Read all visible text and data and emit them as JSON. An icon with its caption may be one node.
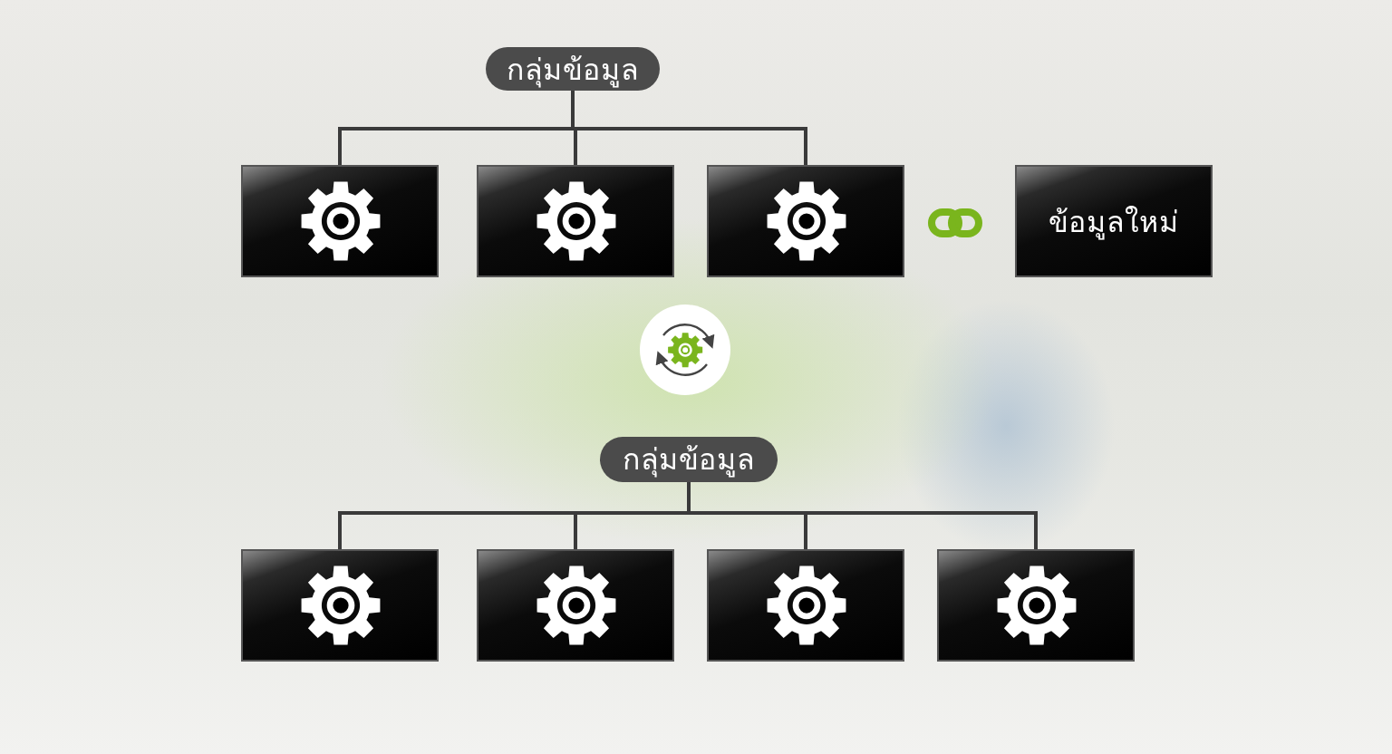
{
  "diagram": {
    "nodes": [
      {
        "text": [
          "กลุ่มข้อมูล"
        ]
      },
      {
        "text": [],
        "shape": "box"
      },
      {
        "text": [],
        "shape": "box"
      },
      {
        "text": [],
        "shape": "box"
      },
      {
        "text": [
          "ข้อมูลใหม่"
        ]
      },
      {
        "text": [],
        "shape": "circle"
      },
      {
        "text": [
          "กลุ่มข้อมูล"
        ]
      },
      {
        "text": [],
        "shape": "box"
      },
      {
        "text": [],
        "shape": "box"
      },
      {
        "text": [],
        "shape": "box"
      },
      {
        "text": [],
        "shape": "box"
      }
    ],
    "edges": [
      {
        "from": 0,
        "to": 1,
        "arrow": "none"
      },
      {
        "from": 0,
        "to": 2,
        "arrow": "none"
      },
      {
        "from": 0,
        "to": 3,
        "arrow": "none"
      },
      {
        "from": 6,
        "to": 7,
        "arrow": "none"
      },
      {
        "from": 6,
        "to": 8,
        "arrow": "none"
      },
      {
        "from": 6,
        "to": 9,
        "arrow": "none"
      },
      {
        "from": 6,
        "to": 10,
        "arrow": "none"
      }
    ]
  }
}
